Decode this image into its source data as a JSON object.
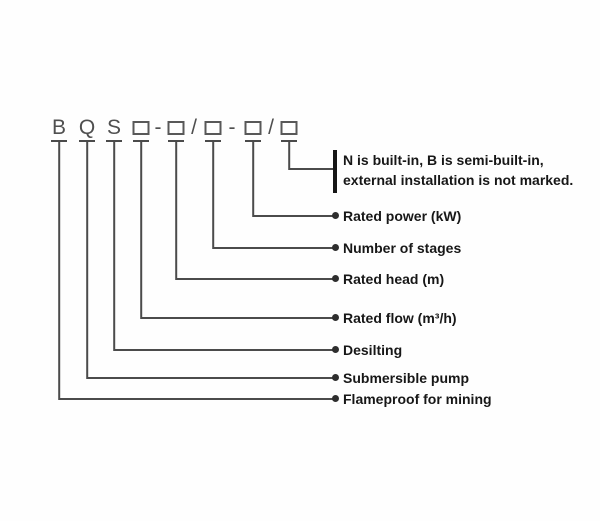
{
  "code": {
    "letter_b": "B",
    "letter_q": "Q",
    "letter_s": "S",
    "dash": "-",
    "slash": "/"
  },
  "labels": {
    "note": {
      "line1": "N is built-in, B is semi-built-in,",
      "line2": "external installation is not marked."
    },
    "rated_power": "Rated power (kW)",
    "number_of_stages": "Number of stages",
    "rated_head": "Rated head (m)",
    "rated_flow": "Rated flow (m³/h)",
    "desilting": "Desilting",
    "submersible_pump": "Submersible pump",
    "flameproof": "Flameproof for mining"
  },
  "colors": {
    "line": "#4b4b4b",
    "text": "#171717",
    "background": "#fefefe"
  }
}
